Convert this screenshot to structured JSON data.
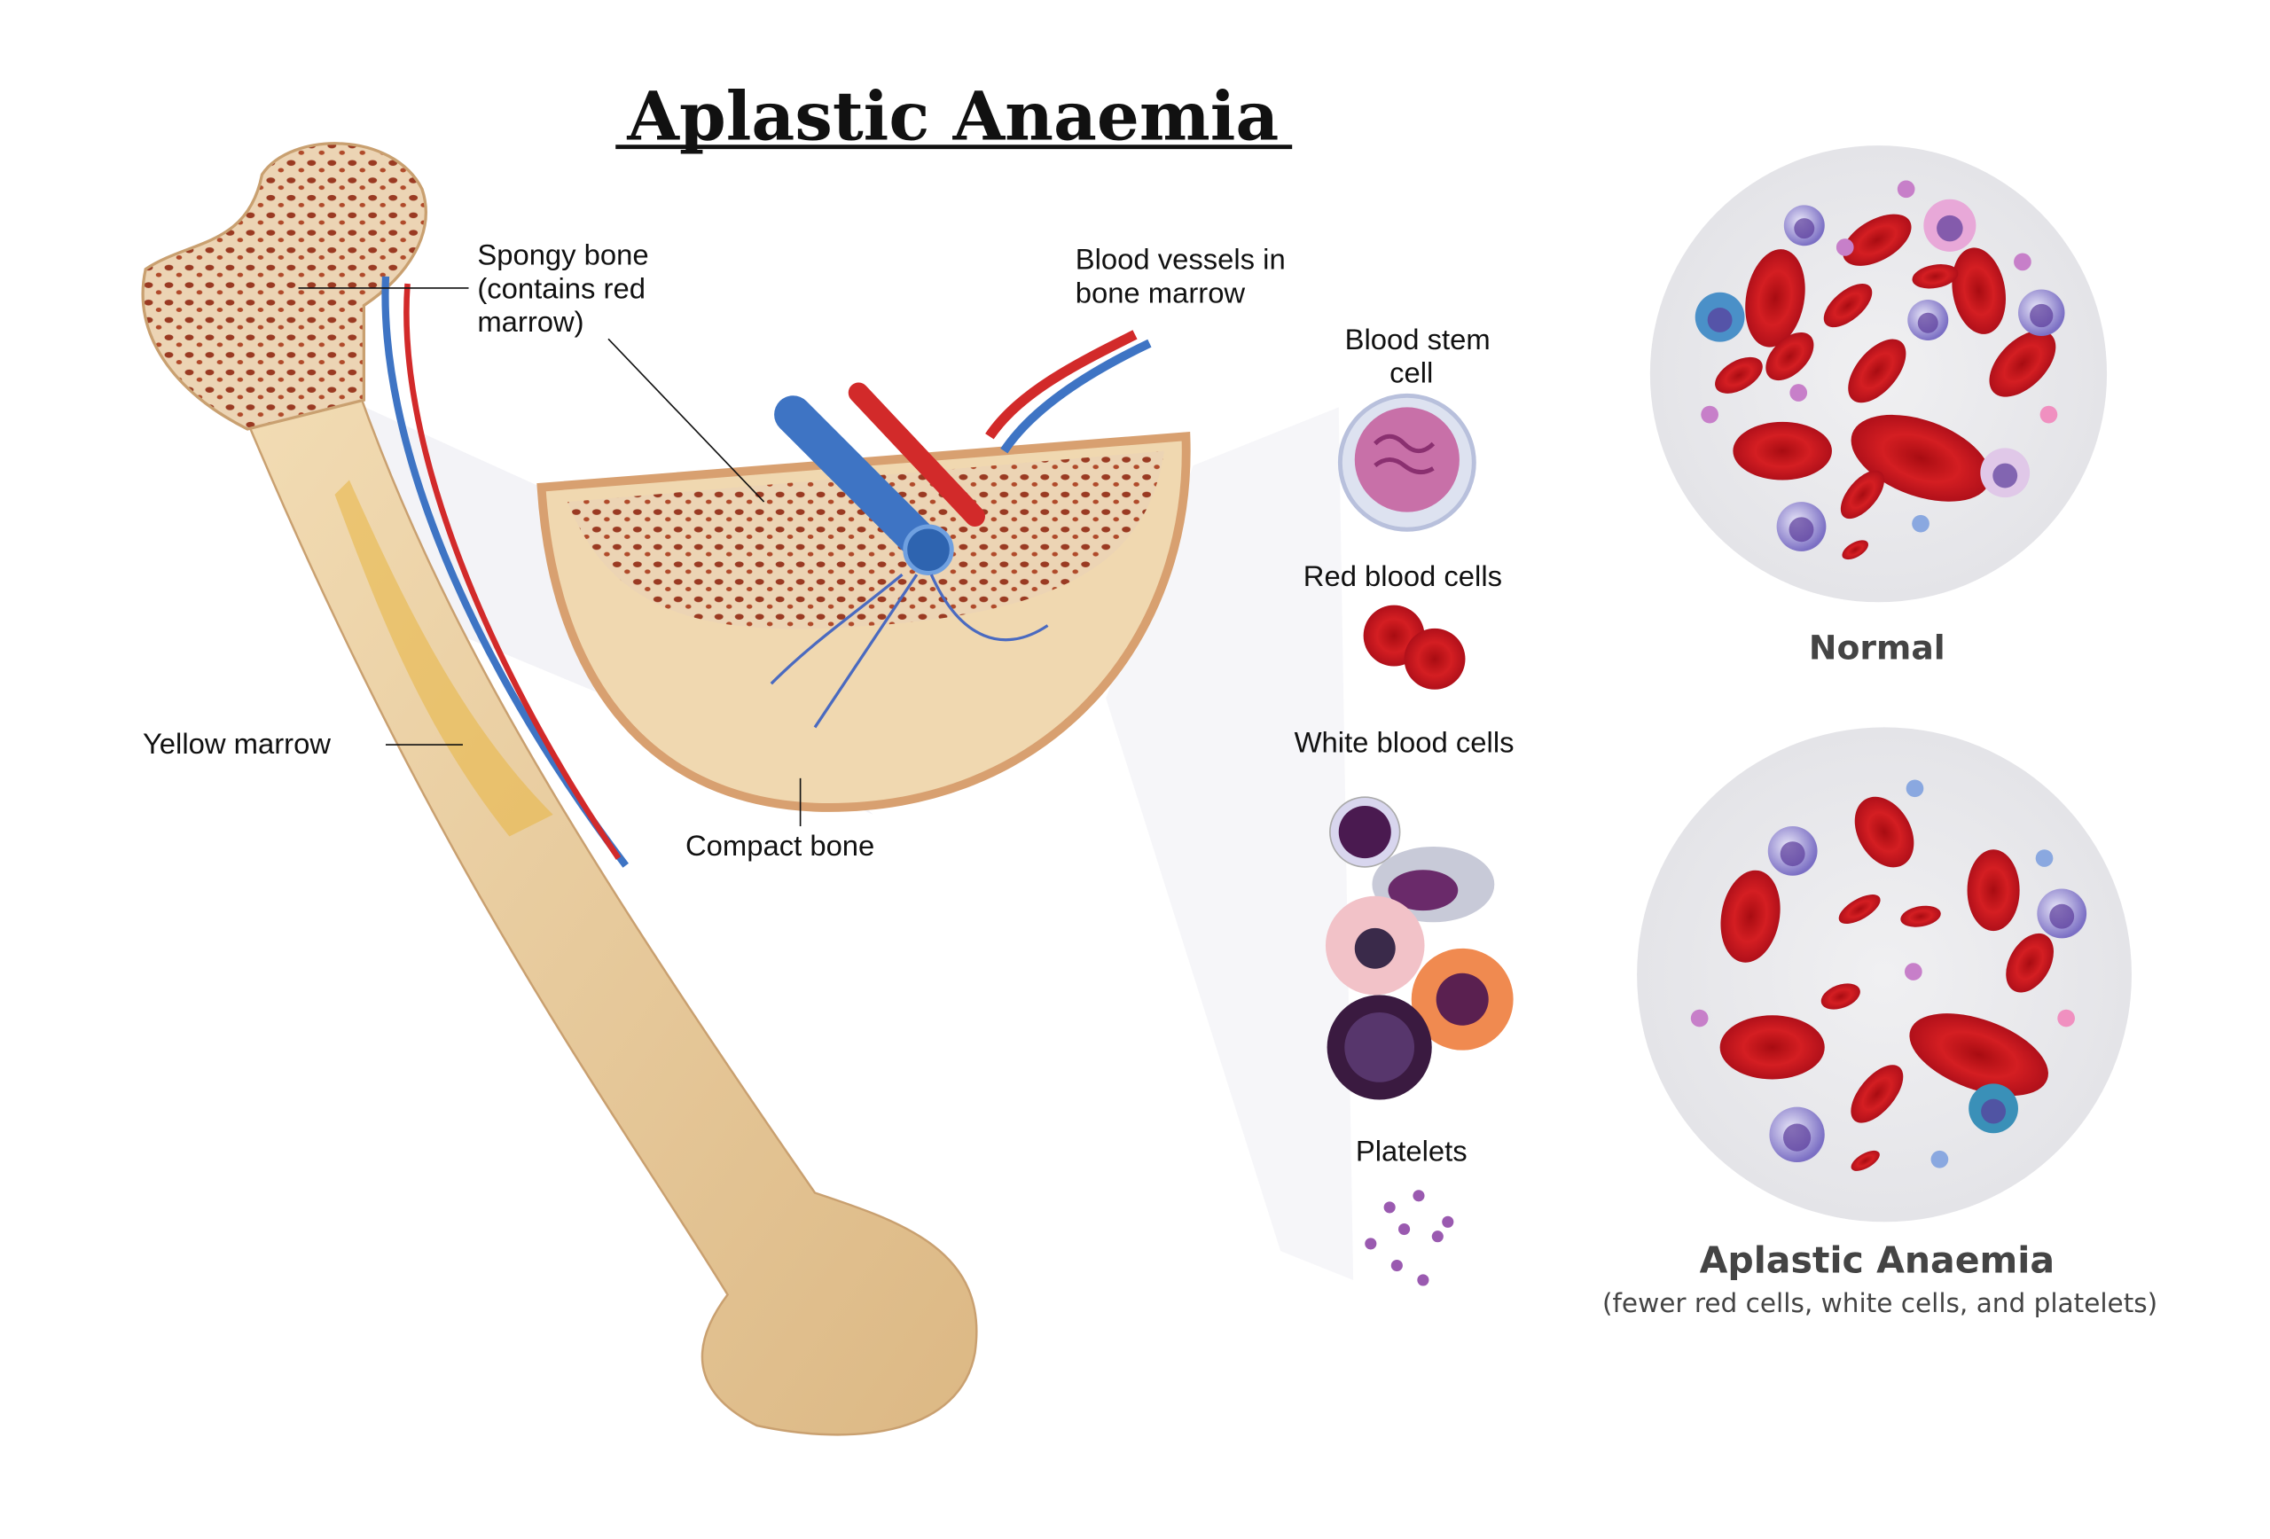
{
  "title": "Aplastic Anaemia",
  "bone_labels": {
    "spongy_bone": [
      "Spongy bone",
      "(contains red",
      "marrow)"
    ],
    "blood_vessels": [
      "Blood vessels in",
      "bone marrow"
    ],
    "yellow_marrow": "Yellow marrow",
    "compact_bone": "Compact bone"
  },
  "cell_types": {
    "stem_cell": [
      "Blood stem",
      "cell"
    ],
    "red_cells": "Red blood cells",
    "white_cells": "White blood cells",
    "platelets": "Platelets"
  },
  "comparison": {
    "normal": {
      "label": "Normal"
    },
    "aplastic": {
      "label": "Aplastic Anaemia",
      "caption": "(fewer red cells, white cells, and platelets)"
    }
  },
  "colors": {
    "rbc": "#c4161c",
    "wbc": "#6a5bb5",
    "platelet": "#c77fc9",
    "bone": "#ecd2a4",
    "vein": "#3e74c4",
    "artery": "#d22a2a"
  }
}
